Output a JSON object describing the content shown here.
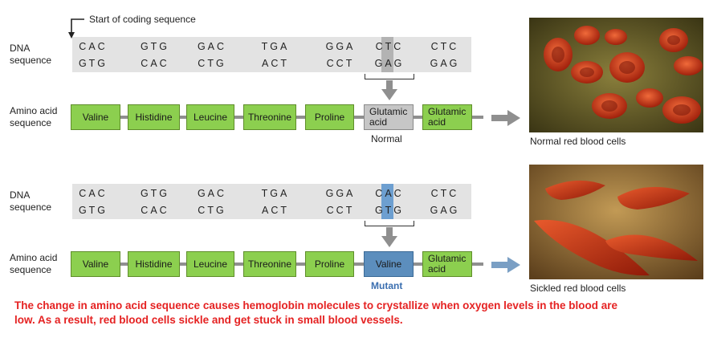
{
  "start_label": "Start of coding sequence",
  "top": {
    "dna_label": "DNA\nsequence",
    "strand1": [
      "CAC",
      "GTG",
      "GAC",
      "TGA",
      "GGA",
      "CTC",
      "CTC"
    ],
    "strand2": [
      "GTG",
      "CAC",
      "CTG",
      "ACT",
      "CCT",
      "GAG",
      "GAG"
    ],
    "amino_label": "Amino acid\nsequence",
    "amino_acids": [
      "Valine",
      "Histidine",
      "Leucine",
      "Threonine",
      "Proline",
      "Glutamic\nacid",
      "Glutamic\nacid"
    ],
    "variant_label": "Normal",
    "photo_caption": "Normal red blood cells"
  },
  "bottom": {
    "dna_label": "DNA\nsequence",
    "strand1": [
      "CAC",
      "GTG",
      "GAC",
      "TGA",
      "GGA",
      "CAC",
      "CTC"
    ],
    "strand2": [
      "GTG",
      "CAC",
      "CTG",
      "ACT",
      "CCT",
      "GTG",
      "GAG"
    ],
    "amino_label": "Amino acid\nsequence",
    "amino_acids": [
      "Valine",
      "Histidine",
      "Leucine",
      "Threonine",
      "Proline",
      "Valine",
      "Glutamic\nacid"
    ],
    "variant_label": "Mutant",
    "photo_caption": "Sickled red blood cells"
  },
  "footer_text": "The change in amino acid sequence causes hemoglobin molecules to crystallize when oxygen levels in the blood are low. As a result, red blood cells sickle and get stuck in small blood vessels.",
  "colors": {
    "amino_green": "#8ccf4f",
    "normal_gray": "#c6c6c6",
    "mutant_blue": "#5c8ebd",
    "footer_red": "#e52222",
    "mutant_label_blue": "#3b6fb0"
  }
}
